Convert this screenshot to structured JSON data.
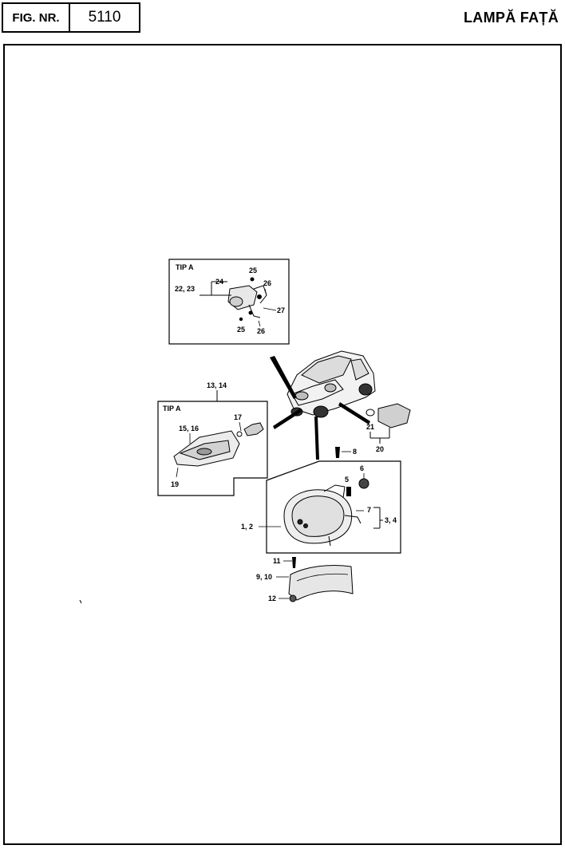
{
  "header": {
    "fig_label": "FIG. NR.",
    "fig_number": "5110",
    "title": "LAMPĂ FAȚĂ"
  },
  "diagram": {
    "callouts": {
      "top_box": {
        "tip": "TIP A",
        "c24": "24",
        "c22_23": "22, 23",
        "c25a": "25",
        "c26a": "26",
        "c27": "27",
        "c25b": "25",
        "c26b": "26"
      },
      "left_box": {
        "c13_14": "13, 14",
        "tip": "TIP A",
        "c17": "17",
        "c15_16": "15, 16",
        "c19": "19"
      },
      "right_side": {
        "c21": "21",
        "c20": "20",
        "c8": "8"
      },
      "lamp_box": {
        "c6": "6",
        "c5": "5",
        "c7": "7",
        "c3_4": "3, 4",
        "c1_2": "1, 2"
      },
      "lower": {
        "c11": "11",
        "c9_10": "9, 10",
        "c12": "12"
      }
    }
  }
}
